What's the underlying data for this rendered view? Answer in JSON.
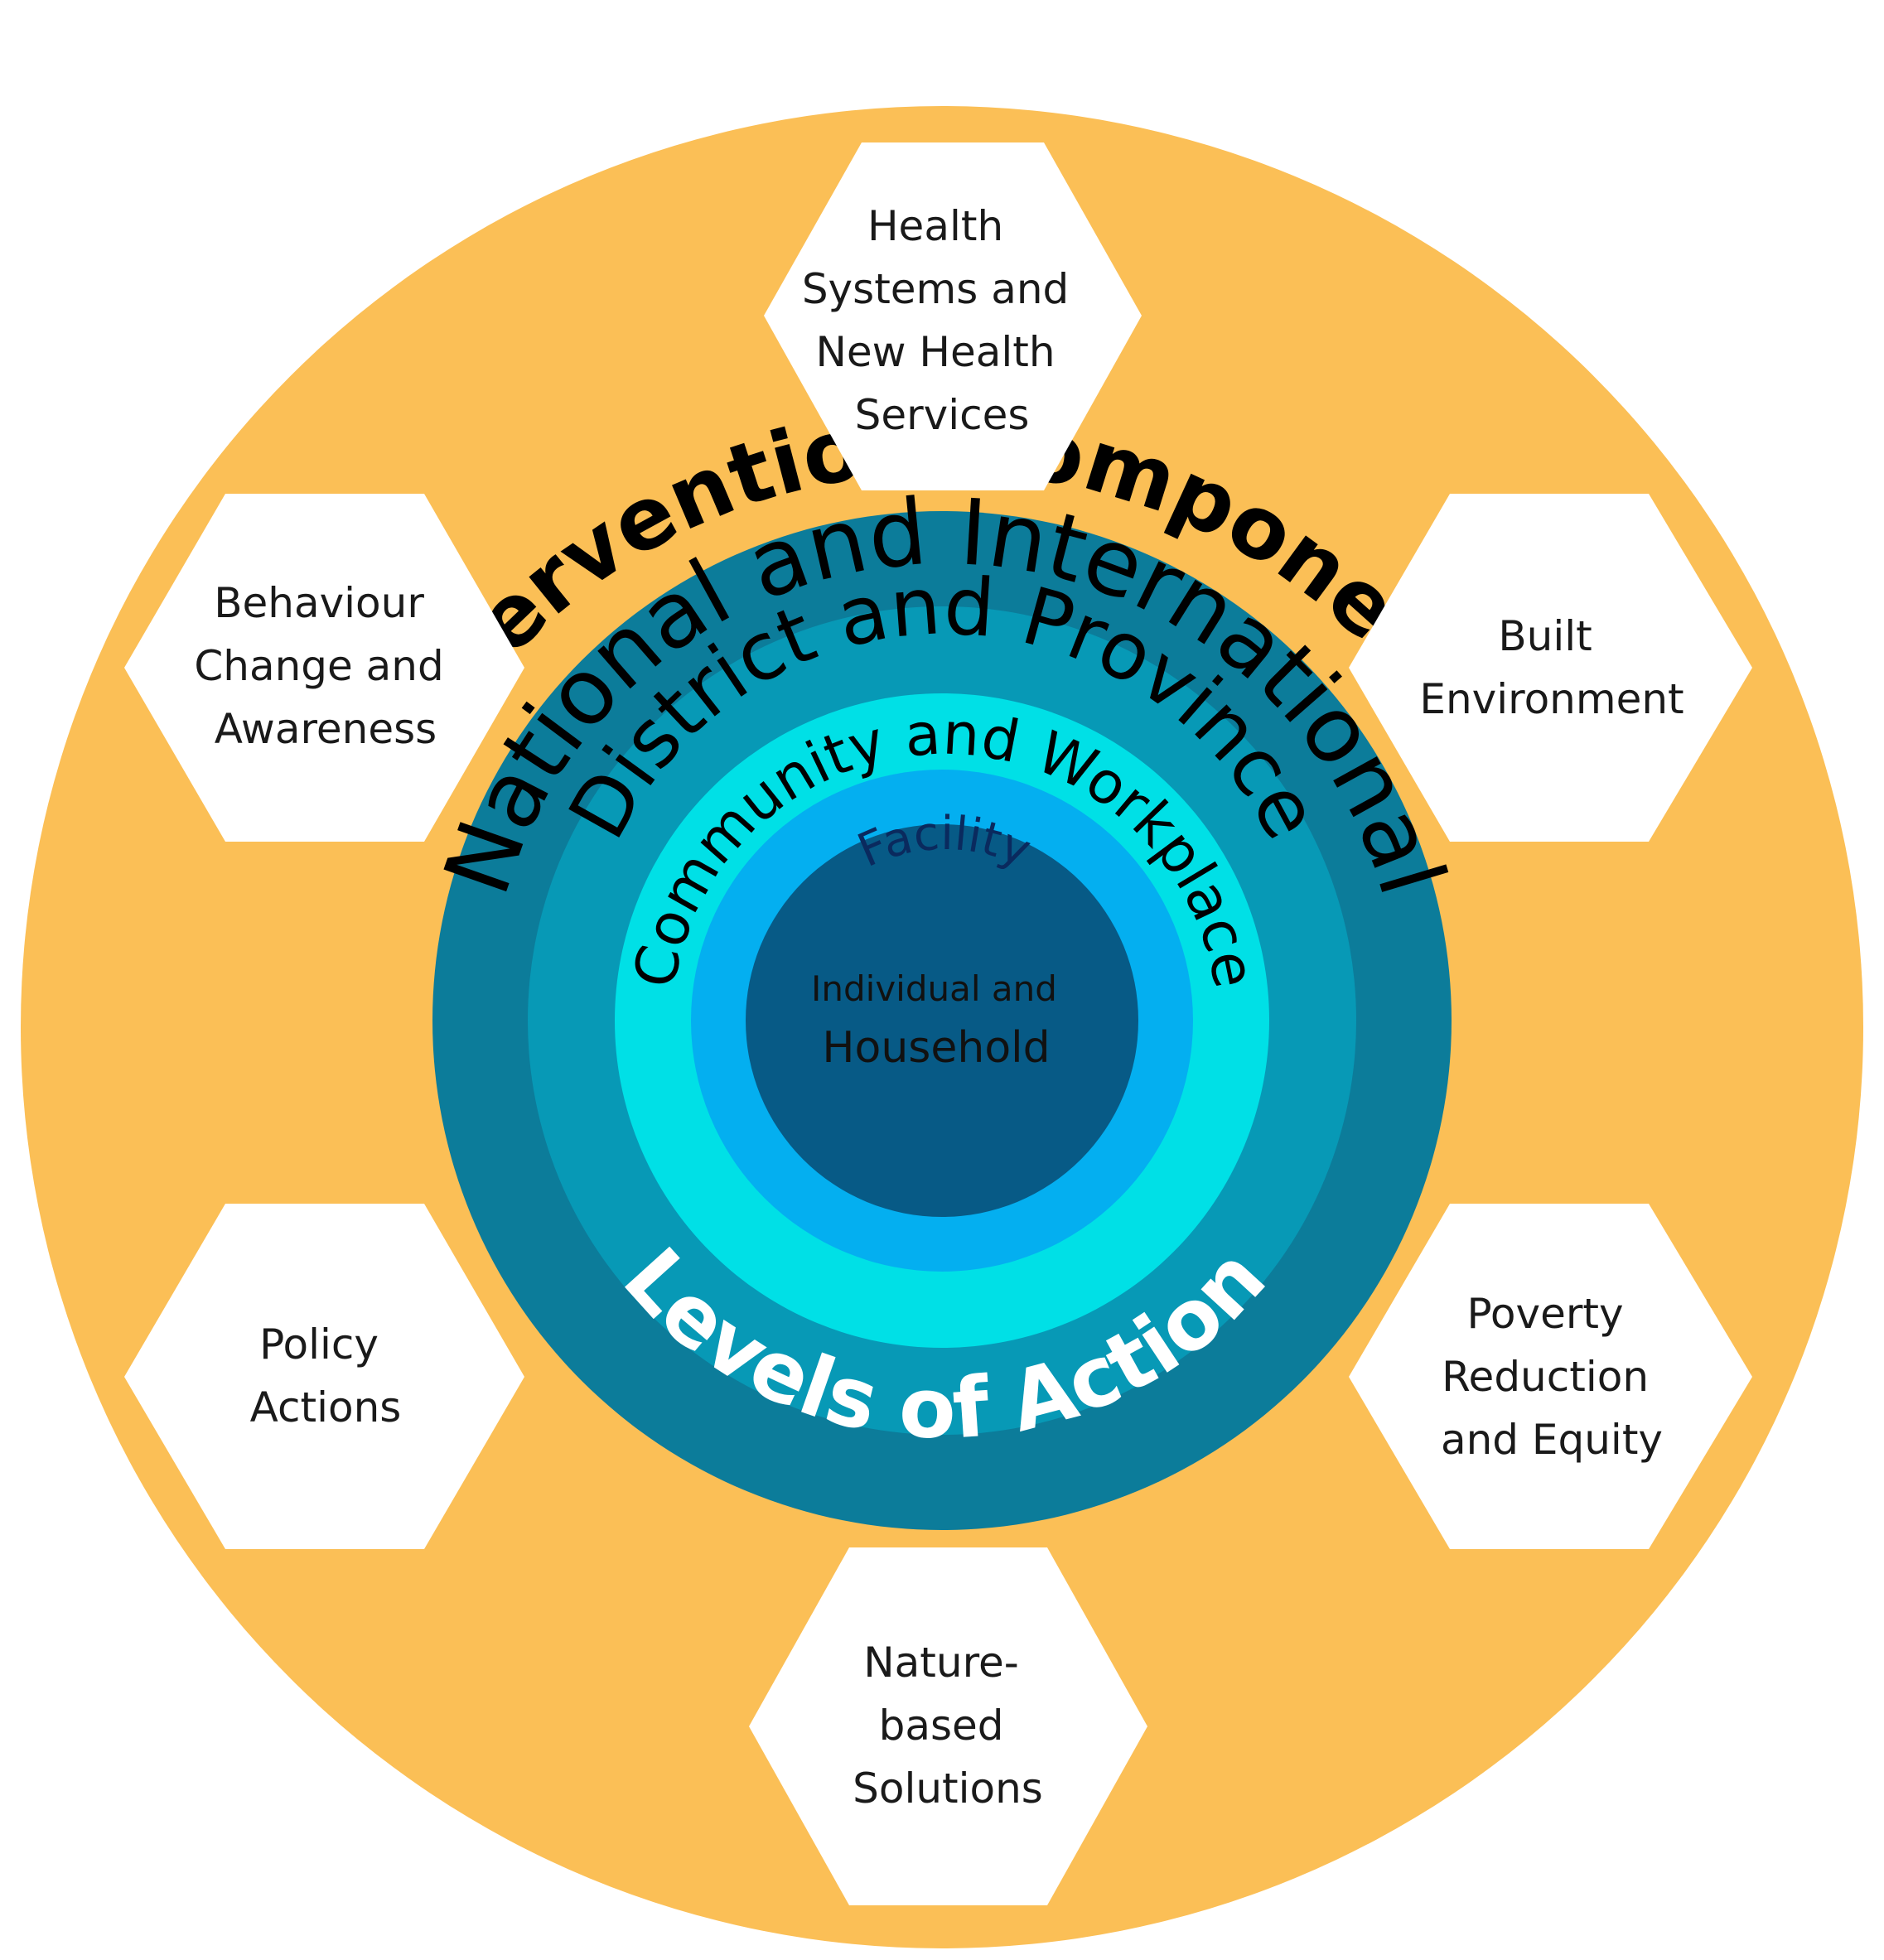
{
  "title": "Intervention Components",
  "levels_label": "Levels of Action",
  "levels": [
    {
      "id": "national",
      "label": "National and International",
      "color": "#0c7c9a"
    },
    {
      "id": "district",
      "label": "District and Province",
      "color": "#0799b6"
    },
    {
      "id": "community",
      "label": "Community and Workplace",
      "color": "#00e0e6"
    },
    {
      "id": "facility",
      "label": "Facility",
      "color": "#04aff0"
    },
    {
      "id": "individual",
      "label_lines": [
        "Individual and",
        "Household"
      ],
      "color": "#075a86"
    }
  ],
  "components": [
    {
      "id": "health-systems",
      "lines": [
        "Health",
        "Systems and",
        "New Health",
        "Services"
      ]
    },
    {
      "id": "built-environment",
      "lines": [
        "Built",
        "Environment"
      ]
    },
    {
      "id": "poverty-reduction",
      "lines": [
        "Poverty",
        "Reduction",
        "and Equity"
      ]
    },
    {
      "id": "nature-based",
      "lines": [
        "Nature-",
        "based",
        "Solutions"
      ]
    },
    {
      "id": "policy-actions",
      "lines": [
        "Policy",
        "Actions"
      ]
    },
    {
      "id": "behaviour-change",
      "lines": [
        "Behaviour",
        "Change and",
        "Awareness"
      ]
    }
  ],
  "colors": {
    "outer_circle": "#fbbf56",
    "hexagon": "#ffffff",
    "title_text": "#000000",
    "levels_label_text": "#ffffff"
  }
}
